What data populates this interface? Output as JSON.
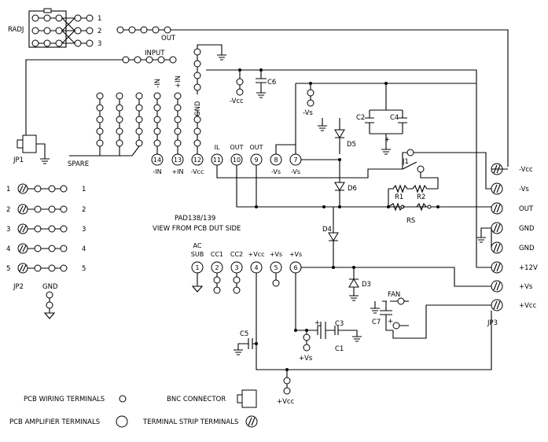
{
  "labels": {
    "radj": "RADJ",
    "radj_pins": [
      "1",
      "2",
      "3"
    ],
    "out_top": "OUT",
    "input": "INPUT",
    "c6": "C6",
    "neg_vcc_c6": "-Vcc",
    "gnd_vert": "GND",
    "neg_in_vert": "-IN",
    "pos_in_vert": "+IN",
    "spare": "SPARE",
    "jp1": "JP1",
    "neg_vs_top": "-Vs",
    "c2": "C2",
    "c4": "C4",
    "d5": "D5",
    "j1": "J1",
    "d6": "D6",
    "r1": "R1",
    "r2": "R2",
    "rs": "RS",
    "d4": "D4",
    "d3": "D3",
    "fan": "FAN",
    "c7": "C7",
    "c3": "C3",
    "c1": "C1",
    "c5": "C5",
    "pos_vs_bottom": "+Vs",
    "pos_vcc_bottom": "+Vcc",
    "jp2": "JP2",
    "gnd_jp2": "GND",
    "jp3": "JP3",
    "view_title_1": "PAD138/139",
    "view_title_2": "VIEW FROM PCB DUT SIDE"
  },
  "dut_pins_top": [
    {
      "num": "14",
      "label": "-IN"
    },
    {
      "num": "13",
      "label": "+IN"
    },
    {
      "num": "12",
      "label": "-Vcc"
    },
    {
      "num": "11",
      "label": "IL"
    },
    {
      "num": "10",
      "label": "OUT"
    },
    {
      "num": "9",
      "label": "OUT"
    },
    {
      "num": "8",
      "label": "-Vs"
    },
    {
      "num": "7",
      "label": "-Vs"
    }
  ],
  "dut_pins_bottom": [
    {
      "num": "1",
      "label_1": "AC",
      "label_2": "SUB"
    },
    {
      "num": "2",
      "label_1": "CC1",
      "label_2": ""
    },
    {
      "num": "3",
      "label_1": "CC2",
      "label_2": ""
    },
    {
      "num": "4",
      "label_1": "+Vcc",
      "label_2": ""
    },
    {
      "num": "5",
      "label_1": "+Vs",
      "label_2": ""
    },
    {
      "num": "6",
      "label_1": "+Vs",
      "label_2": ""
    }
  ],
  "terminal_labels": [
    "-Vcc",
    "-Vs",
    "OUT",
    "GND",
    "GND",
    "+12V",
    "+Vs",
    "+Vcc"
  ],
  "jp2_rows": [
    "1",
    "2",
    "3",
    "4",
    "5"
  ],
  "legend": {
    "pcb_wiring": "PCB WIRING TERMINALS",
    "bnc": "BNC CONNECTOR",
    "pcb_amplifier": "PCB AMPLIFIER TERMINALS",
    "terminal_strip": "TERMINAL STRIP TERMINALS"
  }
}
